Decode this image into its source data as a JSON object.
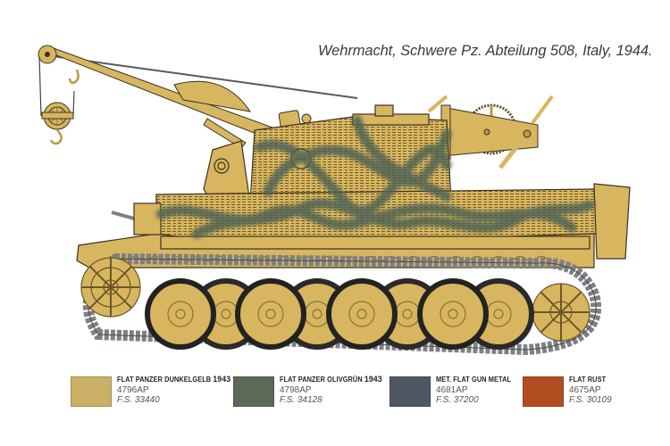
{
  "caption": "Wehrmacht, Schwere Pz. Abteilung 508, Italy, 1944.",
  "illustration": {
    "subject": "tank-recovery-vehicle-side-view",
    "colors": {
      "dunkelgelb": "#d8b65f",
      "dunkelgelb_dark": "#b89a48",
      "olivgrun": "#4f6454",
      "track": "#7d8084",
      "track_dark": "#4a4c50",
      "tire": "#222222",
      "outline": "#3a3320",
      "cable": "#555a60"
    }
  },
  "legend": [
    {
      "name": "Flat Panzer Dunkelgelb",
      "year": "1943",
      "code": "4796AP",
      "fs": "F.S. 33440",
      "color": "#c9b066"
    },
    {
      "name": "Flat Panzer Olivgrün",
      "year": "1943",
      "code": "4798AP",
      "fs": "F.S. 34128",
      "color": "#5a6a55"
    },
    {
      "name": "Met. Flat Gun Metal",
      "year": "",
      "code": "4681AP",
      "fs": "F.S. 37200",
      "color": "#4f5862"
    },
    {
      "name": "Flat Rust",
      "year": "",
      "code": "4675AP",
      "fs": "F.S. 30109",
      "color": "#b04e22"
    }
  ]
}
